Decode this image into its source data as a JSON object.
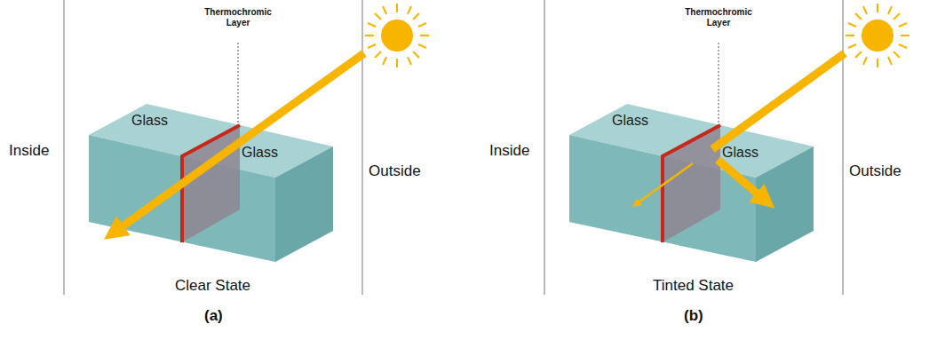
{
  "diagram": {
    "nodes": [
      {
        "text": [
          "Glass",
          "Glass"
        ]
      },
      {
        "text": [
          "Glass",
          "Glass"
        ]
      }
    ],
    "labels": [
      "Thermochromic Layer",
      "Inside",
      "Outside",
      "Clear State",
      "(a)",
      "Thermochromic Layer",
      "Inside",
      "Outside",
      "Tinted State",
      "(b)"
    ]
  }
}
